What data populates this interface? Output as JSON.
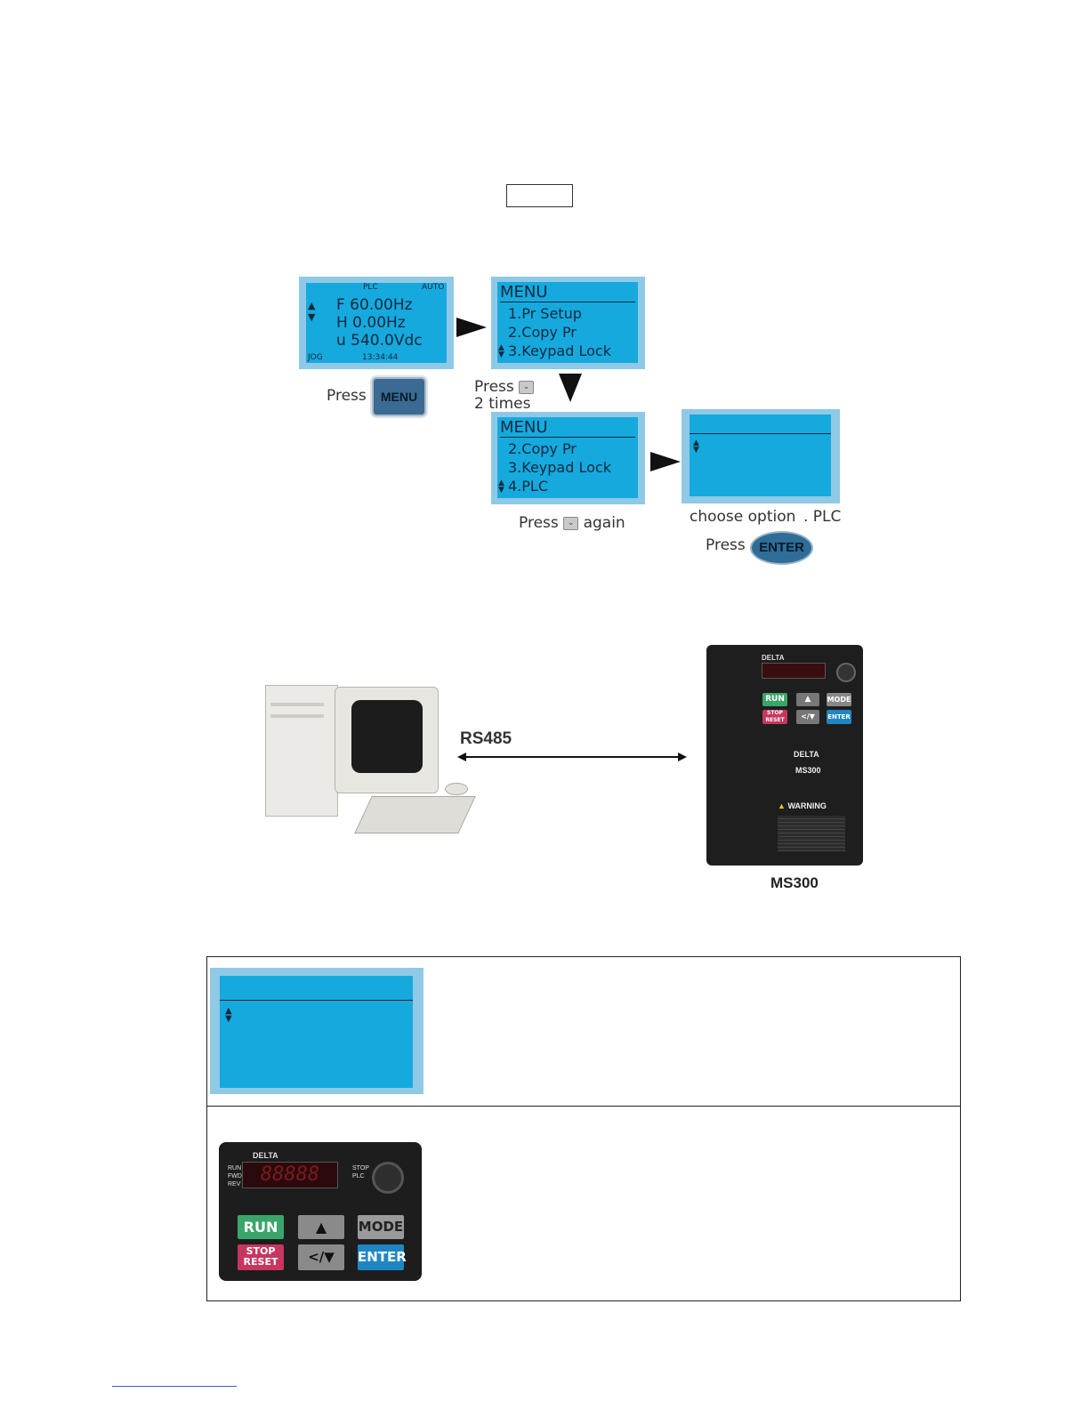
{
  "fig1": {
    "screen_main": {
      "top_left": "PLC",
      "top_right": "AUTO",
      "line1": "F  60.00Hz",
      "line2": "H   0.00Hz",
      "line3": "u  540.0Vdc",
      "bottom_left": "JOG",
      "bottom_time": "13:34:44"
    },
    "menu1": {
      "title": "MENU",
      "items": [
        "1.Pr Setup",
        "2.Copy Pr",
        "3.Keypad Lock"
      ]
    },
    "menu2": {
      "title": "MENU",
      "items": [
        "2.Copy Pr",
        "3.Keypad Lock",
        "4.PLC"
      ]
    },
    "caption_press_menu": "Press",
    "key_menu": "MENU",
    "caption_press_down": "Press",
    "caption_2_times": "2 times",
    "caption_press_again_1": "Press",
    "caption_press_again_2": "again",
    "caption_choose": "choose option",
    "caption_plc": ". PLC",
    "caption_press_enter": "Press",
    "key_enter": "ENTER"
  },
  "fig2": {
    "link_label": "RS485",
    "drive_label": "MS300",
    "drive_brand": "DELTA",
    "drive_model": "MS300",
    "warning": "WARNING",
    "buttons": {
      "run": "RUN",
      "stop": "STOP",
      "reset": "RESET",
      "mode": "MODE",
      "enter": "ENTER",
      "lr": "</▼",
      "up": "▲"
    }
  },
  "table": {
    "keypad": {
      "brand": "DELTA",
      "left_labels": [
        "RUN",
        "FWD",
        "REV"
      ],
      "right_labels": [
        "STOP",
        "PLC"
      ],
      "display": "88888",
      "run": "RUN",
      "up": "▲",
      "mode": "MODE",
      "stop": "STOP",
      "reset": "RESET",
      "lr": "</▼",
      "enter": "ENTER"
    }
  },
  "colors": {
    "lcd": "#16a9de",
    "lcd_frame": "#8fc9e6",
    "run": "#3aa56b",
    "stop": "#c7365f",
    "enter": "#1f86c4"
  }
}
